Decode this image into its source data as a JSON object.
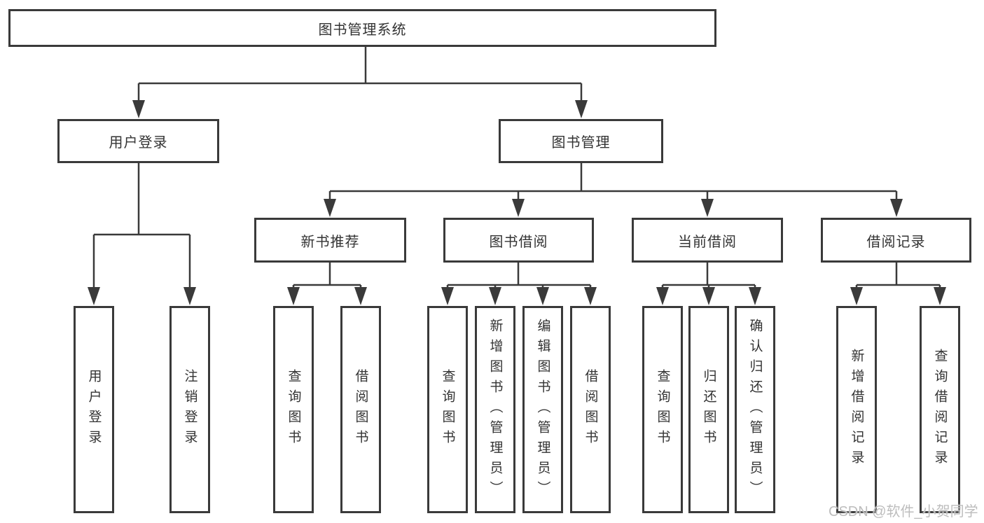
{
  "diagram": {
    "nodes": {
      "root": "图书管理系统",
      "user_login": "用户登录",
      "book_management": "图书管理",
      "new_book_recommend": "新书推荐",
      "book_borrowing": "图书借阅",
      "current_borrowing": "当前借阅",
      "borrowing_records": "借阅记录",
      "leaf_user_login": "用户登录",
      "leaf_logout": "注销登录",
      "rec_query_books": "查询图书",
      "rec_borrow_books": "借阅图书",
      "bb_query_books": "查询图书",
      "bb_add_books": "新增图书（管理员）",
      "bb_edit_books": "编辑图书（管理员）",
      "bb_borrow_books": "借阅图书",
      "cb_query_books": "查询图书",
      "cb_return_books": "归还图书",
      "cb_confirm_return": "确认归还（管理员）",
      "br_add_record": "新增借阅记录",
      "br_query_record": "查询借阅记录"
    },
    "watermark": "CSDN @软件_小贺同学",
    "colors": {
      "line": "#3a3a3a",
      "box_border": "#3a3a3a",
      "text": "#333333",
      "background": "#ffffff",
      "watermark": "#bdbdbd"
    }
  }
}
